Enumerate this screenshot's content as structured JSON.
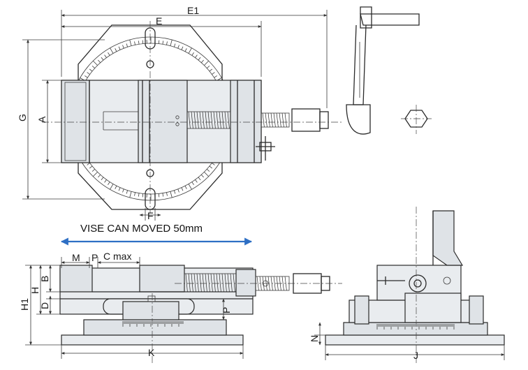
{
  "diagram": {
    "top_view_labels": {
      "e1": "E1",
      "e": "E",
      "g": "G",
      "a": "A",
      "f": "F"
    },
    "front_view_labels": {
      "m": "M",
      "p_top": "P",
      "c_max": "C max",
      "h1": "H1",
      "h": "H",
      "b": "B",
      "d": "D",
      "p_side": "P",
      "k": "K"
    },
    "side_view_labels": {
      "n": "N",
      "j": "J"
    },
    "travel_note": "VISE CAN MOVED 50mm",
    "arrow_color": "#2e6fc4"
  }
}
